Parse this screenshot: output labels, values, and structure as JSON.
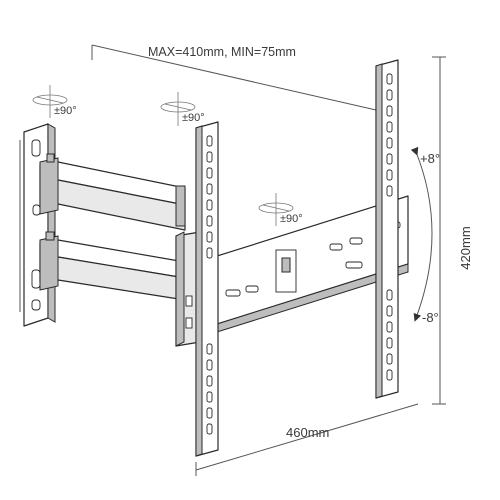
{
  "labels": {
    "vesa": "MAX=410mm, MIN=75mm",
    "swivel_1": "±90°",
    "swivel_2": "±90°",
    "swivel_3": "±90°",
    "tilt_up": "+8°",
    "tilt_down": "-8°",
    "height": "420mm",
    "width": "460mm"
  },
  "colors": {
    "line": "#2a2a2a",
    "shade": "#bdbdbd",
    "text": "#3a3a3a"
  }
}
